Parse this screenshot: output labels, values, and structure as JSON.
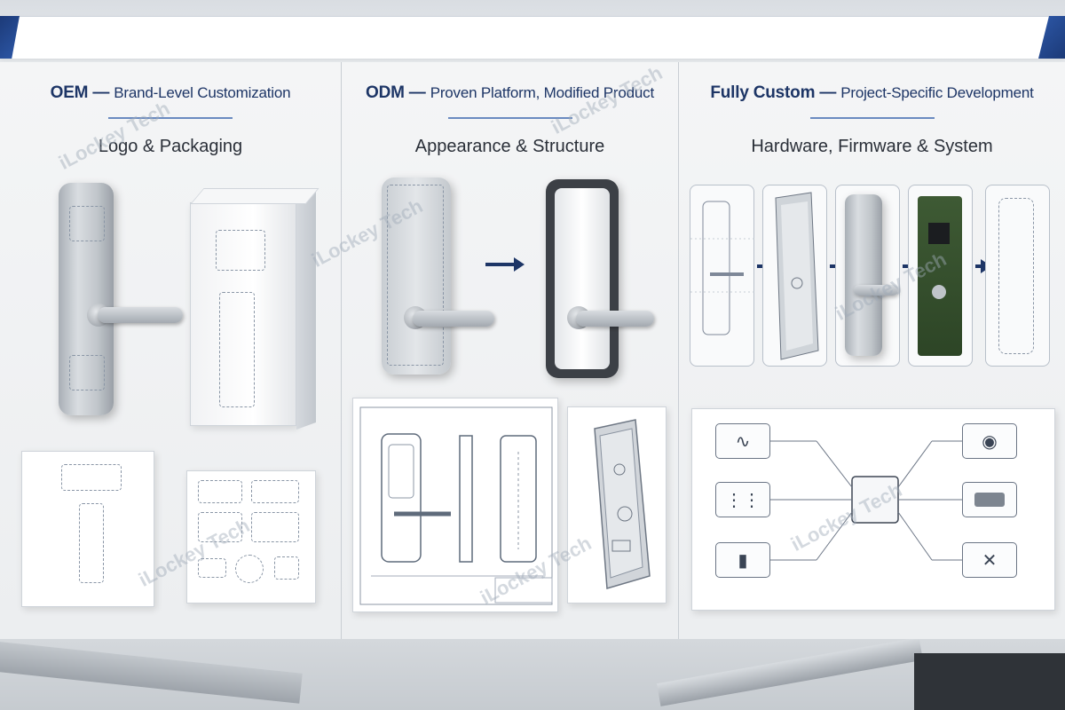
{
  "panels": [
    {
      "title_main": "OEM — ",
      "title_sub": "Brand-Level Customization",
      "subtitle": "Logo & Packaging"
    },
    {
      "title_main": "ODM — ",
      "title_sub": "Proven Platform, Modified Product",
      "subtitle": "Appearance & Structure"
    },
    {
      "title_main": "Fully Custom — ",
      "title_sub": "Project-Specific Development",
      "subtitle": "Hardware, Firmware & System"
    }
  ],
  "watermark": "iLockey Tech",
  "icons": {
    "wifi": "wifi-icon",
    "keypad": "keypad-icon",
    "battery": "battery-icon",
    "lock": "lock-icon",
    "chip": "memory-chip-icon",
    "bluetooth": "bluetooth-icon"
  },
  "colors": {
    "accent": "#1d3566",
    "banner_accent": "#2d58a8"
  }
}
